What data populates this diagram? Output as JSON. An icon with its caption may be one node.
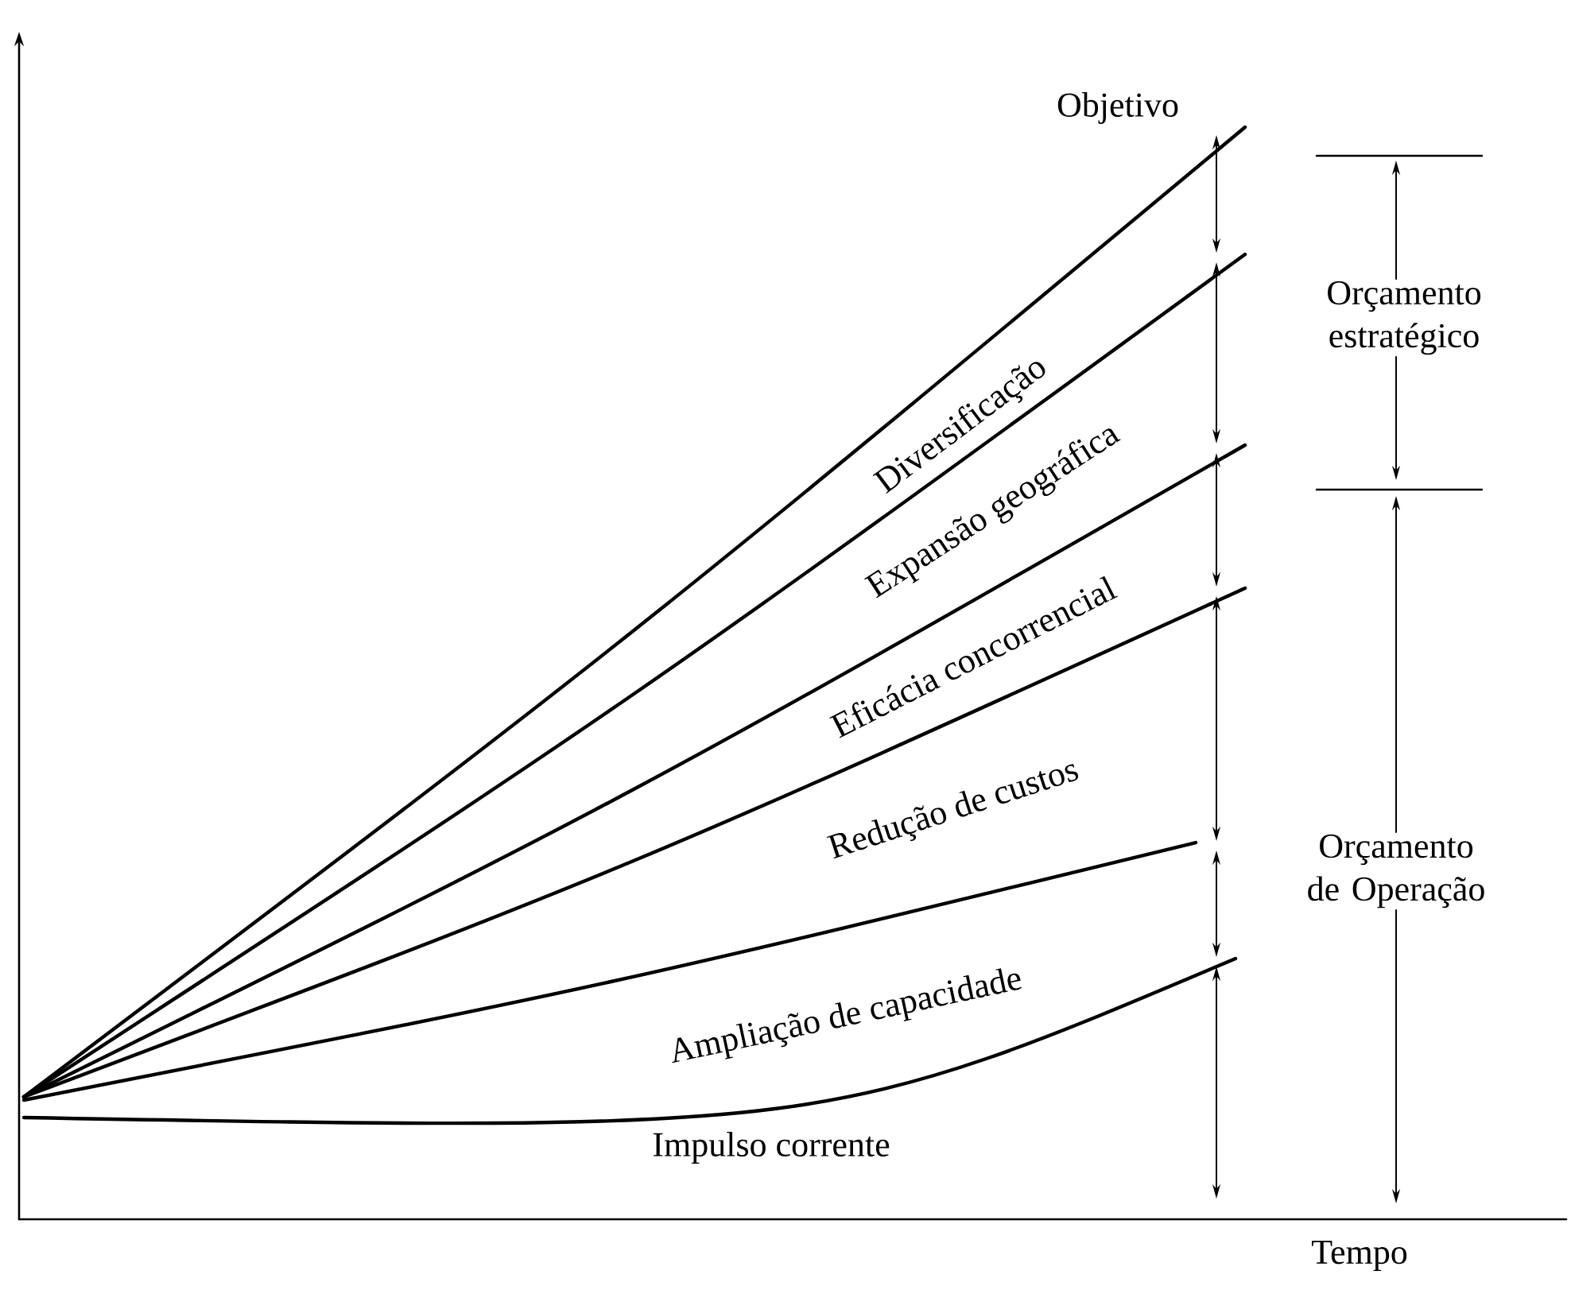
{
  "diagram": {
    "labels": [
      "Objetivo",
      "Orçamento estratégico",
      "Diversificação",
      "Expansão geográfica",
      "Eficácia concorrencial",
      "Redução de custos",
      "Orçamento de Operação",
      "Ampliação de capacidade",
      "Impulso corrente",
      "Tempo"
    ]
  }
}
